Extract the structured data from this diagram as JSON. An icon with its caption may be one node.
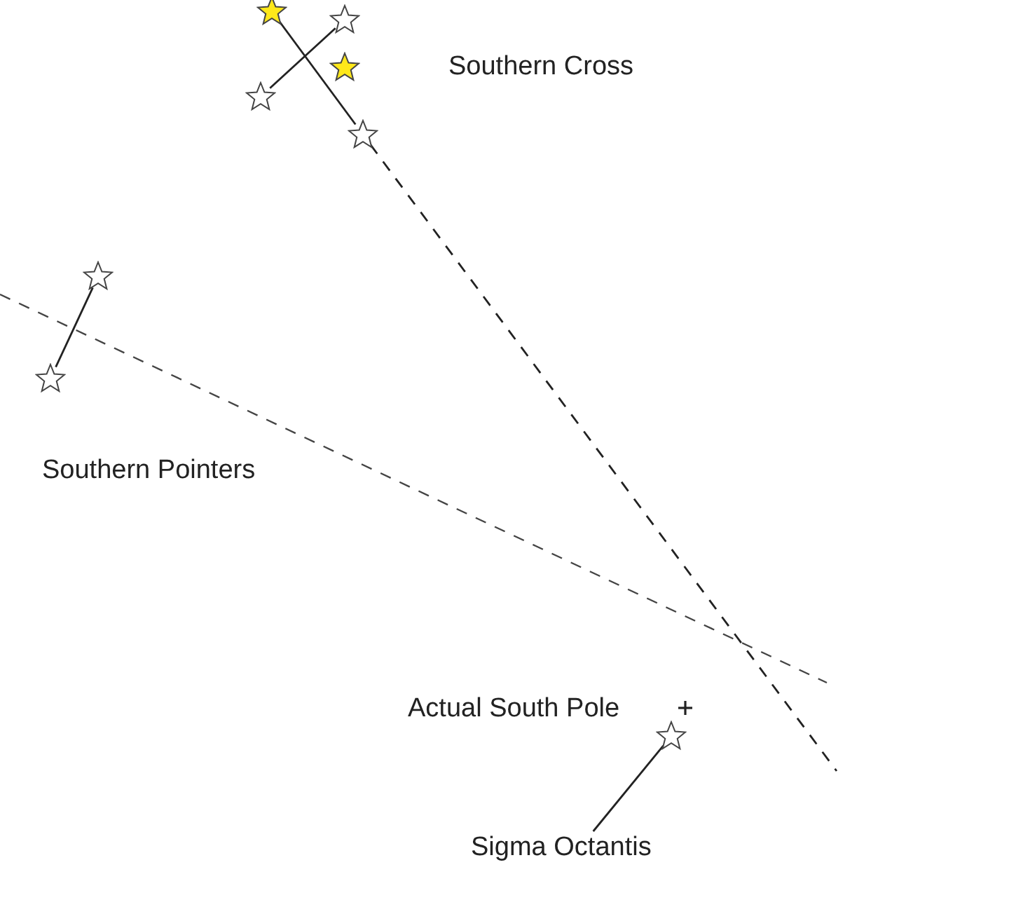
{
  "diagram": {
    "nodes": [
      {
        "text": [],
        "shape": "star"
      },
      {
        "text": [],
        "shape": "star"
      },
      {
        "text": [],
        "shape": "star"
      },
      {
        "text": [],
        "shape": "star"
      },
      {
        "text": [],
        "shape": "star"
      },
      {
        "text": [],
        "shape": "star"
      },
      {
        "text": [],
        "shape": "star"
      },
      {
        "text": [
          "Sigma Octantis"
        ]
      },
      {
        "text": [],
        "shape": "star"
      }
    ],
    "edges": [
      {
        "from": 0,
        "to": 3,
        "arrow": "none"
      },
      {
        "from": 1,
        "to": 2,
        "arrow": "none"
      },
      {
        "from": 3,
        "to": null,
        "arrow": "none",
        "style": "dashed"
      },
      {
        "from": 5,
        "to": 6,
        "arrow": "none"
      },
      {
        "from": 7,
        "to": 8,
        "arrow": "none"
      }
    ],
    "labels": [
      "Southern Cross",
      "Southern Pointers",
      "Actual South Pole"
    ]
  }
}
